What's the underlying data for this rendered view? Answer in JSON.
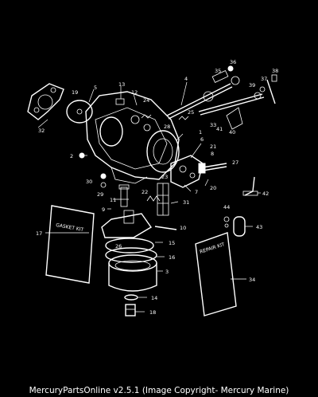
{
  "footer": "MercuryPartsOnline v2.5.1 (Image Copyright- Mercury Marine)",
  "kits": {
    "gasket": "GASKET KIT",
    "repair": "REPAIR KIT"
  },
  "callouts": [
    "1",
    "2",
    "3",
    "4",
    "5",
    "6",
    "7",
    "8",
    "9",
    "10",
    "11",
    "12",
    "13",
    "14",
    "15",
    "16",
    "17",
    "18",
    "19",
    "20",
    "21",
    "22",
    "23",
    "24",
    "25",
    "26",
    "27",
    "28",
    "29",
    "30",
    "31",
    "32",
    "33",
    "34",
    "35",
    "36",
    "37",
    "38",
    "39",
    "40",
    "41",
    "42",
    "43",
    "44"
  ],
  "colors": {
    "background": "#000000",
    "line": "#ffffff"
  }
}
